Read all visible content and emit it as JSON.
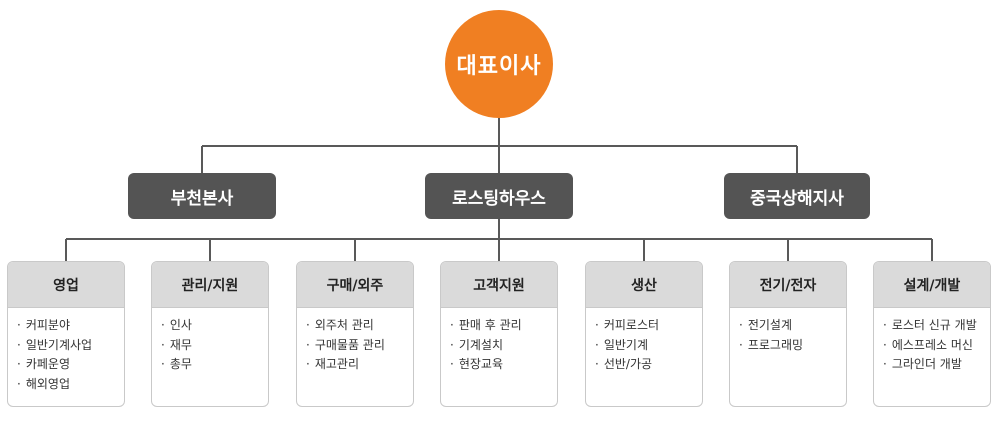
{
  "ceo": {
    "label": "대표이사"
  },
  "branches": [
    {
      "label": "부천본사"
    },
    {
      "label": "로스팅하우스"
    },
    {
      "label": "중국상해지사"
    }
  ],
  "departments": [
    {
      "title": "영업",
      "items": [
        "커피분야",
        "일반기계사업",
        "카페운영",
        "해외영업"
      ]
    },
    {
      "title": "관리/지원",
      "items": [
        "인사",
        "재무",
        "총무"
      ]
    },
    {
      "title": "구매/외주",
      "items": [
        "외주처 관리",
        "구매물품 관리",
        "재고관리"
      ]
    },
    {
      "title": "고객지원",
      "items": [
        "판매 후 관리",
        "기계설치",
        "현장교육"
      ]
    },
    {
      "title": "생산",
      "items": [
        "커피로스터",
        "일반기계",
        "선반/가공"
      ]
    },
    {
      "title": "전기/전자",
      "items": [
        "전기설계",
        "프로그래밍"
      ]
    },
    {
      "title": "설계/개발",
      "items": [
        "로스터 신규 개발",
        "에스프레소 머신",
        "그라인더 개발"
      ]
    }
  ],
  "colors": {
    "ceo": "#f07f22",
    "branch": "#545454",
    "dept_header": "#dadada",
    "connector": "#595959"
  }
}
